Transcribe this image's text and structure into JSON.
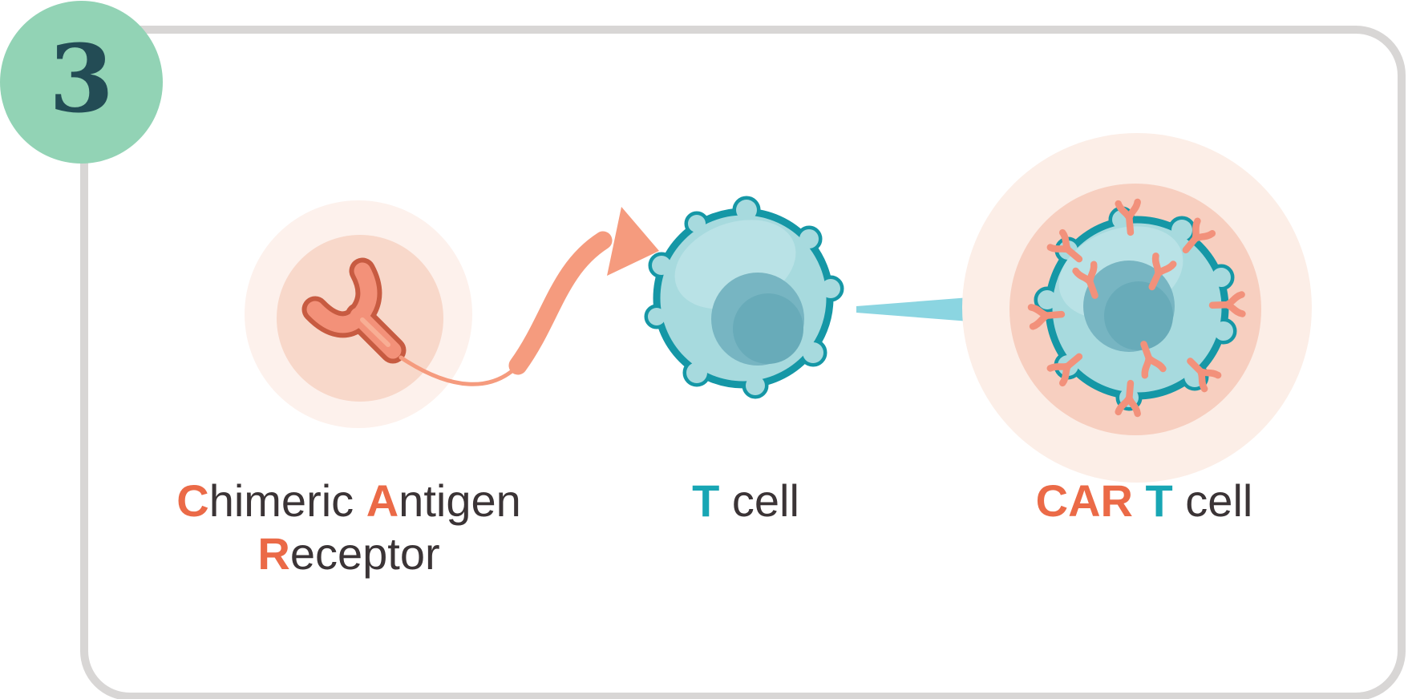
{
  "step_badge": {
    "number": "3"
  },
  "labels": {
    "chimeric_antigen_receptor": {
      "c": "C",
      "himeric": "himeric ",
      "a": "A",
      "ntigen": "ntigen",
      "r": "R",
      "eceptor": "eceptor"
    },
    "t_cell": {
      "t": "T",
      "cell": " cell"
    },
    "car_t_cell": {
      "car": "CAR",
      "t": " T",
      "cell": " cell"
    }
  },
  "icons": {
    "chimeric_antigen_receptor_icon": "Y-shaped antibody receptor on pink halo",
    "transduction_arrow_icon": "curved salmon arrow from receptor into T cell",
    "t_cell_icon": "teal lymphocyte cell",
    "transform_arrow_icon": "cyan tapered right arrow",
    "car_t_cell_icon": "teal lymphocyte studded with salmon receptors on pink halo"
  },
  "colors": {
    "accent_orange": "#EB6A47",
    "accent_teal": "#18A6B4",
    "text_dark": "#3B3436",
    "badge_green": "#92D3B5",
    "badge_number": "#234C55",
    "frame_gray": "#D8D6D5",
    "cell_fill": "#A7DADE",
    "cell_highlight": "#B9E2E6",
    "cell_outline": "#1597A6",
    "nucleus": "#77B5C2",
    "nucleus_dark": "#68ABB9",
    "receptor_fill": "#F39179",
    "receptor_outline": "#C75B41",
    "arrow_salmon": "#F59B7E",
    "arrow_cyan": "#8BD5E1",
    "halo_pink_light": "#FDF1EC",
    "halo_pink": "#F8D8CA",
    "halo_pink_light2": "#FCEEE7",
    "halo_pink2": "#F7CFC0"
  }
}
